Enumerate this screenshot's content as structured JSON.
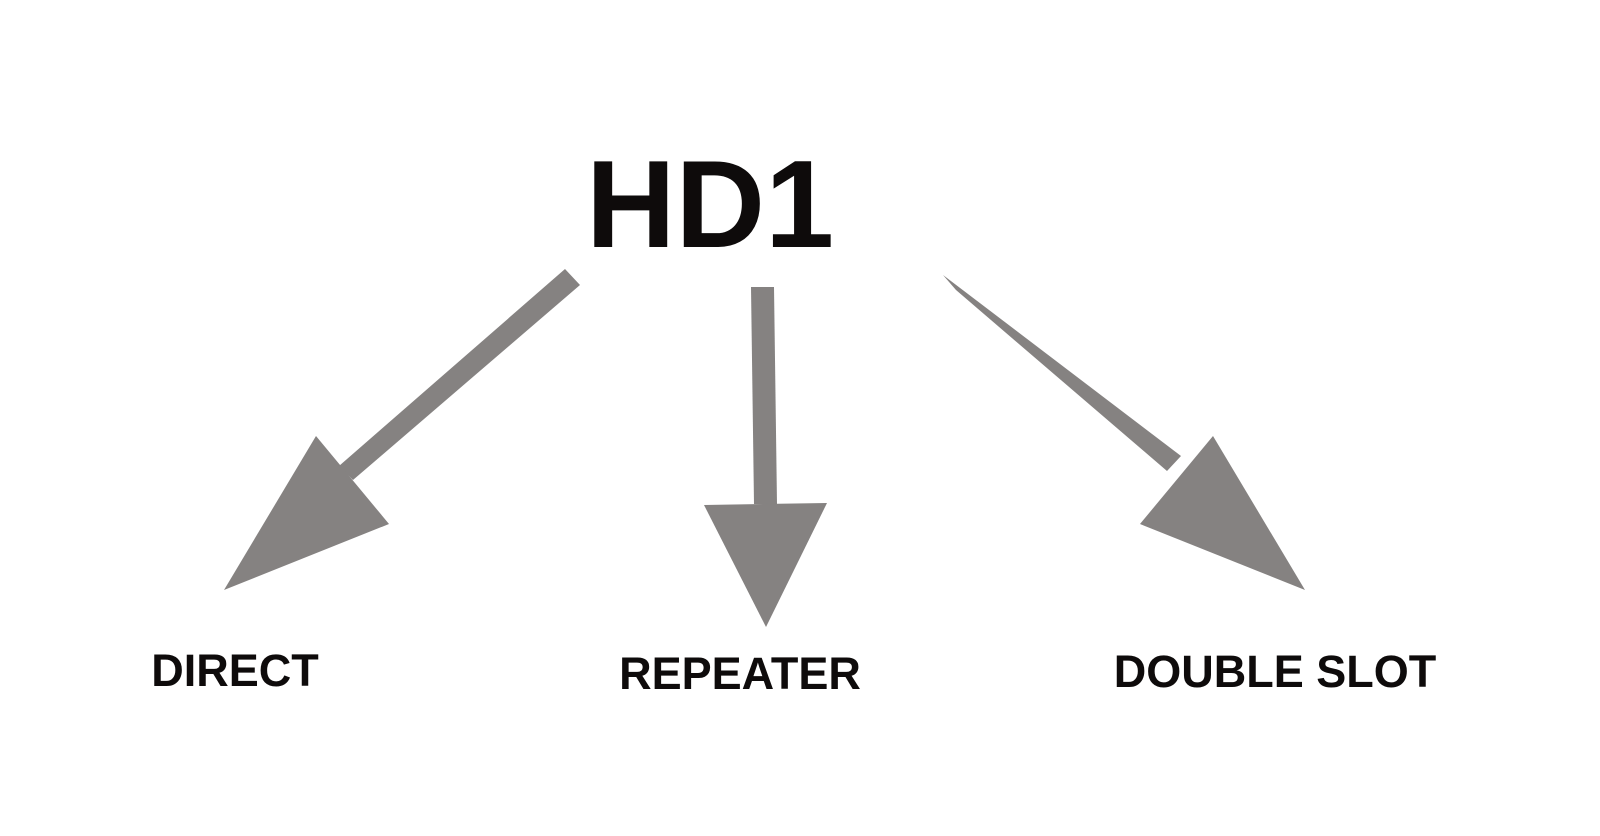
{
  "root": {
    "label": "HD1"
  },
  "branches": [
    {
      "label": "DIRECT"
    },
    {
      "label": "REPEATER"
    },
    {
      "label": "DOUBLE SLOT"
    }
  ],
  "colors": {
    "arrow": "#858281",
    "text": "#0e0b0b",
    "background": "#ffffff"
  }
}
